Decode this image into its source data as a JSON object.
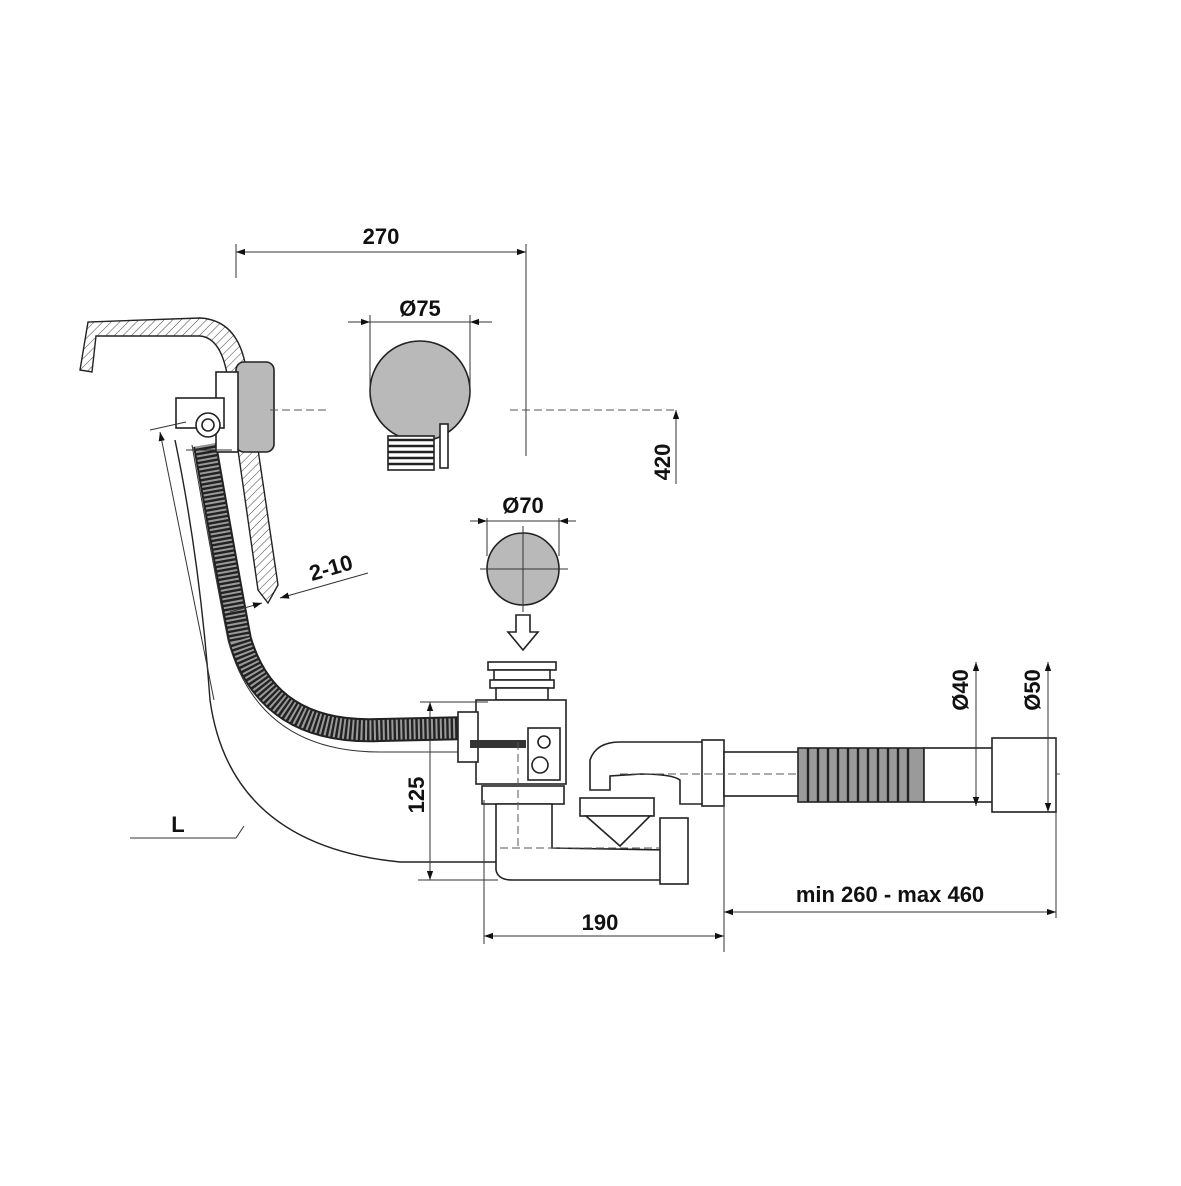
{
  "dimensions": {
    "width_overall": "270",
    "cap_overflow": "Ø75",
    "height_overflow": "420",
    "cap_drain": "Ø70",
    "wall_thickness": "2-10",
    "height_trap": "125",
    "trap_length": "190",
    "outlet_range": "min 260 - max 460",
    "outlet_d1": "Ø40",
    "outlet_d2": "Ø50",
    "hose_length": "L"
  },
  "colors": {
    "cap_fill": "#b9b9b9",
    "hose_fill": "#7a7a7a",
    "line": "#222222"
  }
}
